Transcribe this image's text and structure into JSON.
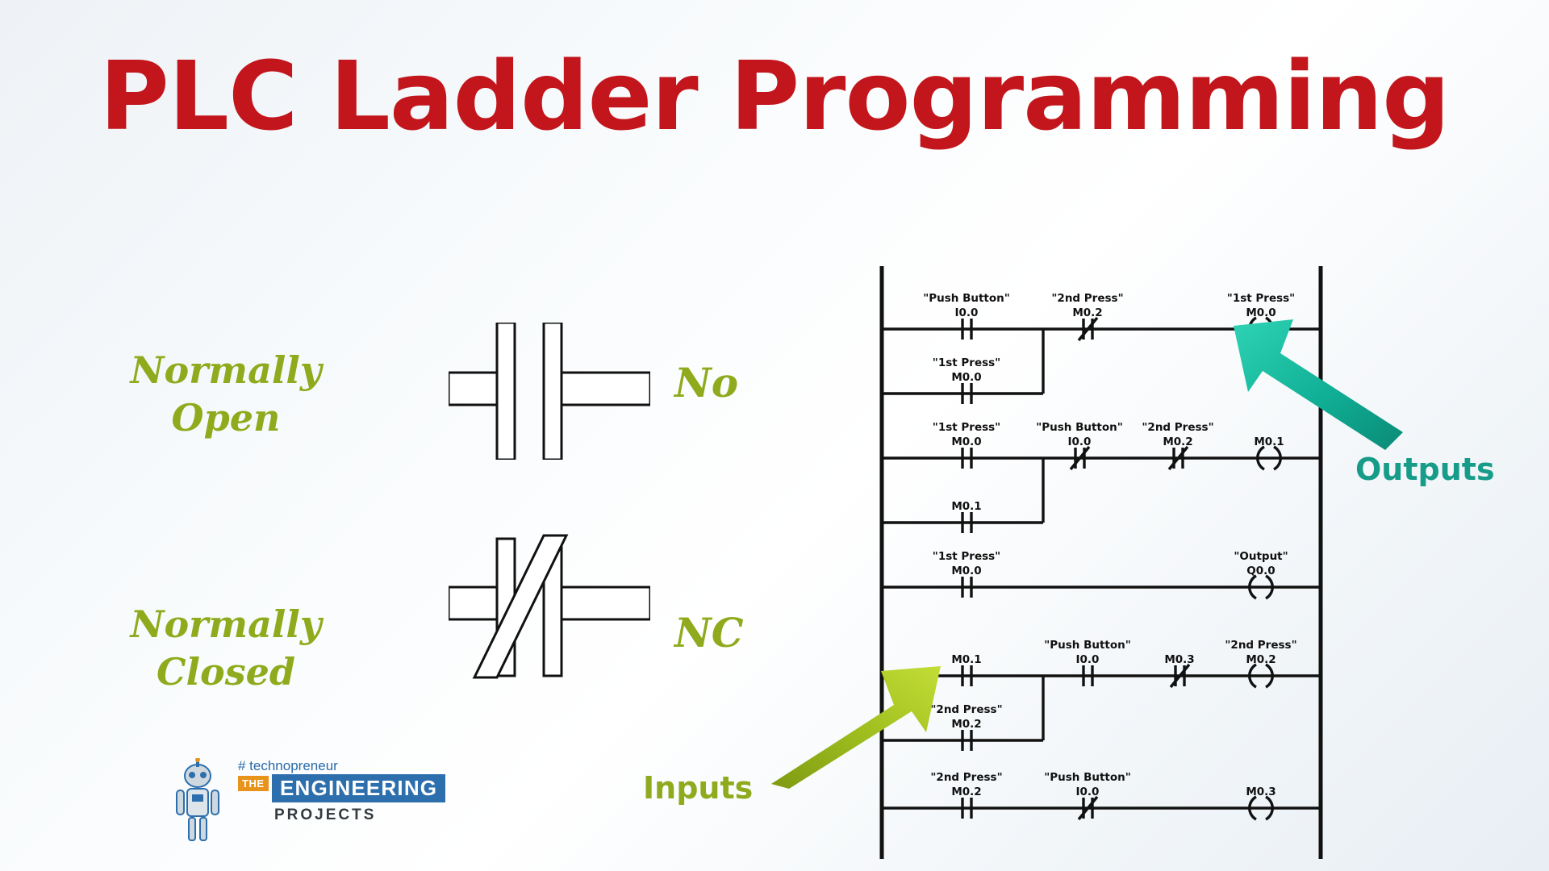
{
  "title": "PLC Ladder Programming",
  "legend": {
    "normally_open": {
      "label": "Normally\nOpen",
      "abbr": "No",
      "icon": "no-contact-symbol"
    },
    "normally_closed": {
      "label": "Normally\nClosed",
      "abbr": "NC",
      "icon": "nc-contact-symbol"
    }
  },
  "callouts": {
    "outputs": {
      "label": "Outputs",
      "color": "#179c8a",
      "icon": "arrow-up-right-icon"
    },
    "inputs": {
      "label": "Inputs",
      "color": "#8fab1d",
      "icon": "arrow-up-right-icon"
    }
  },
  "logo": {
    "tagline": "# technopreneur",
    "the": "THE",
    "engineering": "ENGINEERING",
    "projects": "PROJECTS"
  },
  "colors": {
    "title": "#c2161c",
    "legend": "#8fab1d",
    "outputs_accent": "#179c8a",
    "inputs_accent": "#8fab1d",
    "rail": "#1a1a1a"
  },
  "ladder": {
    "rungs": [
      {
        "id": "rung-1",
        "elements": [
          {
            "kind": "contact-no",
            "name": "\"Push Button\"",
            "address": "I0.0"
          },
          {
            "kind": "branch-contact-no",
            "name": "\"1st Press\"",
            "address": "M0.0"
          },
          {
            "kind": "contact-nc",
            "name": "\"2nd Press\"",
            "address": "M0.2"
          },
          {
            "kind": "coil",
            "name": "\"1st Press\"",
            "address": "M0.0"
          }
        ]
      },
      {
        "id": "rung-2",
        "elements": [
          {
            "kind": "contact-no",
            "name": "\"1st Press\"",
            "address": "M0.0"
          },
          {
            "kind": "branch-contact-no",
            "name": "",
            "address": "M0.1"
          },
          {
            "kind": "contact-nc",
            "name": "\"Push Button\"",
            "address": "I0.0"
          },
          {
            "kind": "contact-nc",
            "name": "\"2nd Press\"",
            "address": "M0.2"
          },
          {
            "kind": "coil",
            "name": "",
            "address": "M0.1"
          }
        ]
      },
      {
        "id": "rung-3",
        "elements": [
          {
            "kind": "contact-no",
            "name": "\"1st Press\"",
            "address": "M0.0"
          },
          {
            "kind": "coil",
            "name": "\"Output\"",
            "address": "Q0.0"
          }
        ]
      },
      {
        "id": "rung-4",
        "elements": [
          {
            "kind": "contact-no",
            "name": "",
            "address": "M0.1"
          },
          {
            "kind": "branch-contact-no",
            "name": "\"2nd Press\"",
            "address": "M0.2"
          },
          {
            "kind": "contact-no",
            "name": "\"Push Button\"",
            "address": "I0.0"
          },
          {
            "kind": "contact-nc",
            "name": "",
            "address": "M0.3"
          },
          {
            "kind": "coil",
            "name": "\"2nd Press\"",
            "address": "M0.2"
          }
        ]
      },
      {
        "id": "rung-5",
        "elements": [
          {
            "kind": "contact-no",
            "name": "\"2nd Press\"",
            "address": "M0.2"
          },
          {
            "kind": "contact-nc",
            "name": "\"Push Button\"",
            "address": "I0.0"
          },
          {
            "kind": "coil",
            "name": "",
            "address": "M0.3"
          }
        ]
      }
    ],
    "labels": {
      "r1_c1_name": "\"Push Button\"",
      "r1_c1_addr": "I0.0",
      "r1_b1_name": "\"1st Press\"",
      "r1_b1_addr": "M0.0",
      "r1_c2_name": "\"2nd Press\"",
      "r1_c2_addr": "M0.2",
      "r1_coil_name": "\"1st Press\"",
      "r1_coil_addr": "M0.0",
      "r2_c1_name": "\"1st Press\"",
      "r2_c1_addr": "M0.0",
      "r2_b1_addr": "M0.1",
      "r2_c2_name": "\"Push Button\"",
      "r2_c2_addr": "I0.0",
      "r2_c3_name": "\"2nd Press\"",
      "r2_c3_addr": "M0.2",
      "r2_coil_addr": "M0.1",
      "r3_c1_name": "\"1st Press\"",
      "r3_c1_addr": "M0.0",
      "r3_coil_name": "\"Output\"",
      "r3_coil_addr": "Q0.0",
      "r4_c1_addr": "M0.1",
      "r4_b1_name": "\"2nd Press\"",
      "r4_b1_addr": "M0.2",
      "r4_c2_name": "\"Push Button\"",
      "r4_c2_addr": "I0.0",
      "r4_c3_addr": "M0.3",
      "r4_coil_name": "\"2nd Press\"",
      "r4_coil_addr": "M0.2",
      "r5_c1_name": "\"2nd Press\"",
      "r5_c1_addr": "M0.2",
      "r5_c2_name": "\"Push Button\"",
      "r5_c2_addr": "I0.0",
      "r5_coil_addr": "M0.3"
    }
  }
}
